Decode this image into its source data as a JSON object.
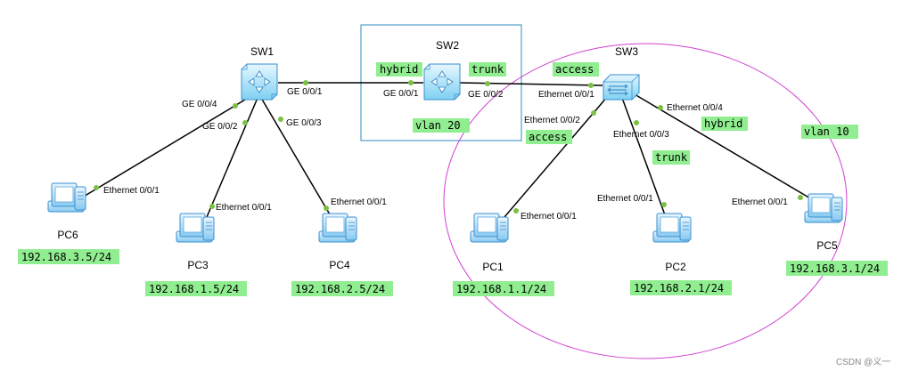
{
  "colors": {
    "link": "#000000",
    "port_dot": "#7ac143",
    "tag_bg": "#90ee90",
    "vlan_box": "#2e8bc0",
    "vlan_ellipse": "#d13fd1"
  },
  "devices": {
    "sw1": {
      "name": "SW1",
      "icon": "switch-icon"
    },
    "sw2": {
      "name": "SW2",
      "icon": "switch-icon"
    },
    "sw3": {
      "name": "SW3",
      "icon": "switch-icon"
    },
    "pc1": {
      "name": "PC1",
      "icon": "pc-icon",
      "ip": "192.168.1.1/24"
    },
    "pc2": {
      "name": "PC2",
      "icon": "pc-icon",
      "ip": "192.168.2.1/24"
    },
    "pc3": {
      "name": "PC3",
      "icon": "pc-icon",
      "ip": "192.168.1.5/24"
    },
    "pc4": {
      "name": "PC4",
      "icon": "pc-icon",
      "ip": "192.168.2.5/24"
    },
    "pc5": {
      "name": "PC5",
      "icon": "pc-icon",
      "ip": "192.168.3.1/24"
    },
    "pc6": {
      "name": "PC6",
      "icon": "pc-icon",
      "ip": "192.168.3.5/24"
    }
  },
  "ports": {
    "sw1_ge001": "GE 0/0/1",
    "sw1_ge002": "GE 0/0/2",
    "sw1_ge003": "GE 0/0/3",
    "sw1_ge004": "GE 0/0/4",
    "sw2_ge001": "GE 0/0/1",
    "sw2_ge002": "GE 0/0/2",
    "sw3_eth001": "Ethernet 0/0/1",
    "sw3_eth002": "Ethernet 0/0/2",
    "sw3_eth003": "Ethernet 0/0/3",
    "sw3_eth004": "Ethernet 0/0/4",
    "pc1_eth": "Ethernet 0/0/1",
    "pc2_eth": "Ethernet 0/0/1",
    "pc3_eth": "Ethernet 0/0/1",
    "pc4_eth": "Ethernet 0/0/1",
    "pc5_eth": "Ethernet 0/0/1",
    "pc6_eth": "Ethernet 0/0/1"
  },
  "tags": {
    "sw2_hybrid": "hybrid",
    "sw2_trunk": "trunk",
    "sw3_access": "access",
    "sw3_trunk": "trunk",
    "sw3_hybrid": "hybrid",
    "sw2_vlan": "vlan 20",
    "sw3_vlan": "vlan 10"
  },
  "watermark": "CSDN @义一"
}
